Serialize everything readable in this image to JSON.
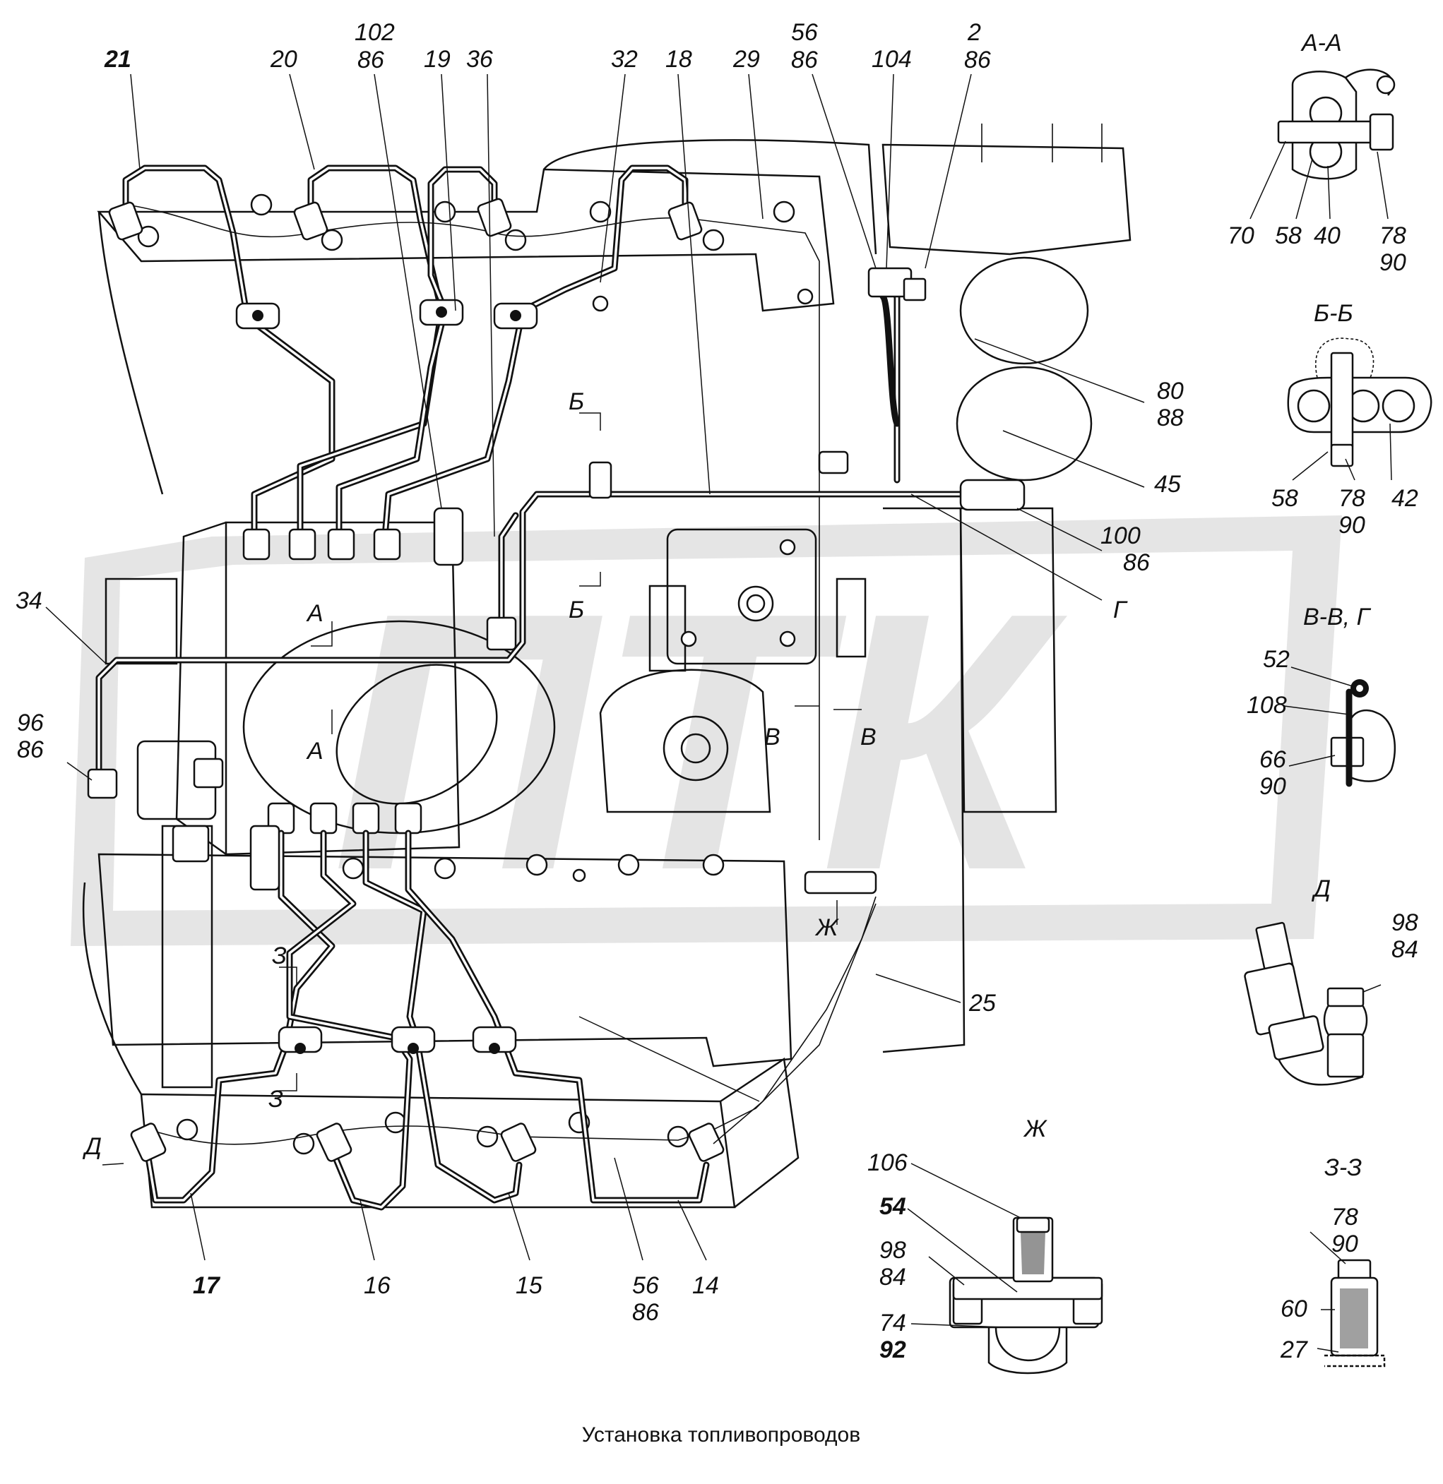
{
  "caption": "Установка топливопроводов",
  "watermark": "ПТК",
  "main_callouts": {
    "c21": "21",
    "c20": "20",
    "c102": "102",
    "c102_86": "86",
    "c19": "19",
    "c36": "36",
    "c32": "32",
    "c18": "18",
    "c29": "29",
    "c56_top": "56",
    "c56_top_86": "86",
    "c104": "104",
    "c2": "2",
    "c2_86": "86",
    "c80": "80",
    "c80_88": "88",
    "c45": "45",
    "c100": "100",
    "c100_86": "86",
    "cG": "Г",
    "c34": "34",
    "c96": "96",
    "c96_86": "86",
    "c25": "25",
    "c17": "17",
    "c16": "16",
    "c15": "15",
    "c56_bot": "56",
    "c56_bot_86": "86",
    "c14": "14"
  },
  "section_marks": {
    "A_top": "А",
    "A_bot": "А",
    "B_top": "Б",
    "B_bot": "Б",
    "V_left": "В",
    "V_right": "В",
    "Z_top": "З",
    "Z_bot": "З",
    "Zh": "Ж",
    "D": "Д"
  },
  "detail_views": {
    "aa": {
      "title": "А-А",
      "l70": "70",
      "l58": "58",
      "l40": "40",
      "l78": "78",
      "l90": "90"
    },
    "bb": {
      "title": "Б-Б",
      "l58": "58",
      "l78": "78",
      "l90": "90",
      "l42": "42"
    },
    "vg": {
      "title": "В-В, Г",
      "l52": "52",
      "l108": "108",
      "l66": "66",
      "l90": "90"
    },
    "d": {
      "title": "Д",
      "l98": "98",
      "l84": "84"
    },
    "zh": {
      "title": "Ж",
      "l106": "106",
      "l54": "54",
      "l98": "98",
      "l84": "84",
      "l74": "74",
      "l92": "92"
    },
    "zz": {
      "title": "З-З",
      "l78": "78",
      "l90": "90",
      "l60": "60",
      "l27": "27"
    }
  }
}
